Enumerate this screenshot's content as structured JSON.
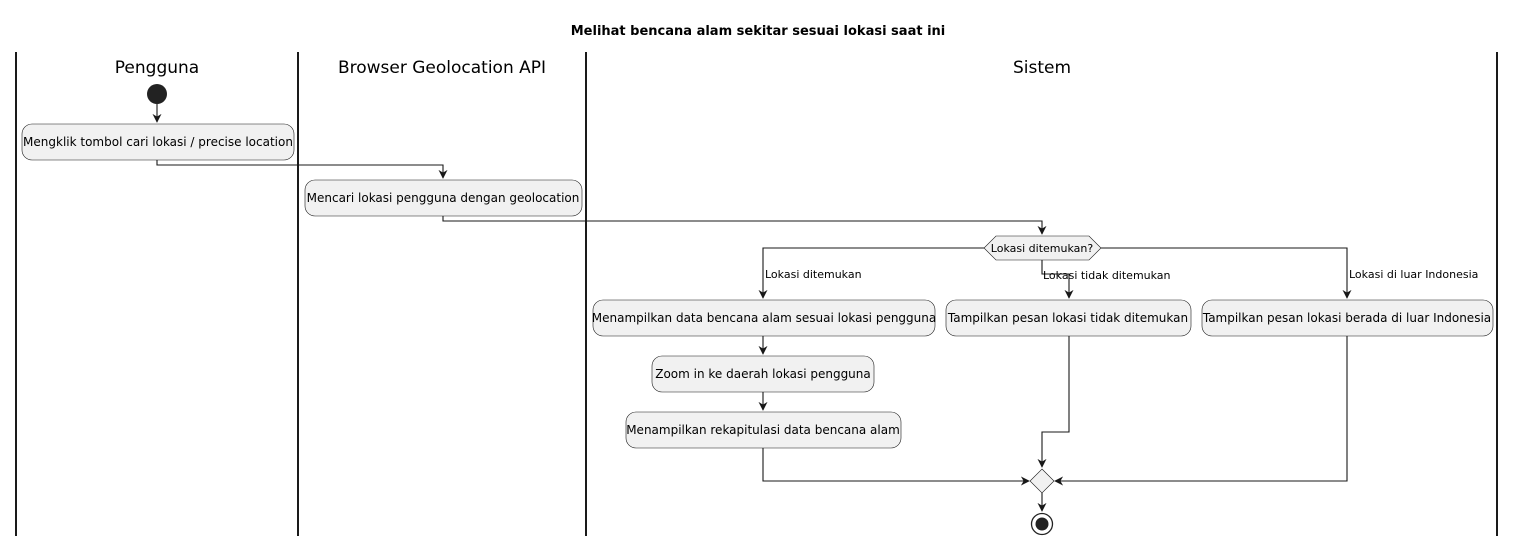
{
  "diagram": {
    "title": "Melihat bencana alam sekitar sesuai lokasi saat ini",
    "lanes": {
      "user": "Pengguna",
      "browser": "Browser Geolocation API",
      "system": "Sistem"
    },
    "nodes": {
      "click_search": "Mengklik tombol cari lokasi / precise location",
      "find_location": "Mencari lokasi pengguna dengan geolocation",
      "decision": "Lokasi ditemukan?",
      "show_data": "Menampilkan data bencana alam sesuai lokasi pengguna",
      "zoom": "Zoom in ke daerah lokasi pengguna",
      "recap": "Menampilkan rekapitulasi data bencana alam",
      "msg_not_found": "Tampilkan pesan lokasi tidak ditemukan",
      "msg_outside": "Tampilkan pesan lokasi berada di luar Indonesia"
    },
    "edges": {
      "found": "Lokasi ditemukan",
      "not_found": "Lokasi tidak ditemukan",
      "outside": "Lokasi di luar Indonesia"
    }
  }
}
